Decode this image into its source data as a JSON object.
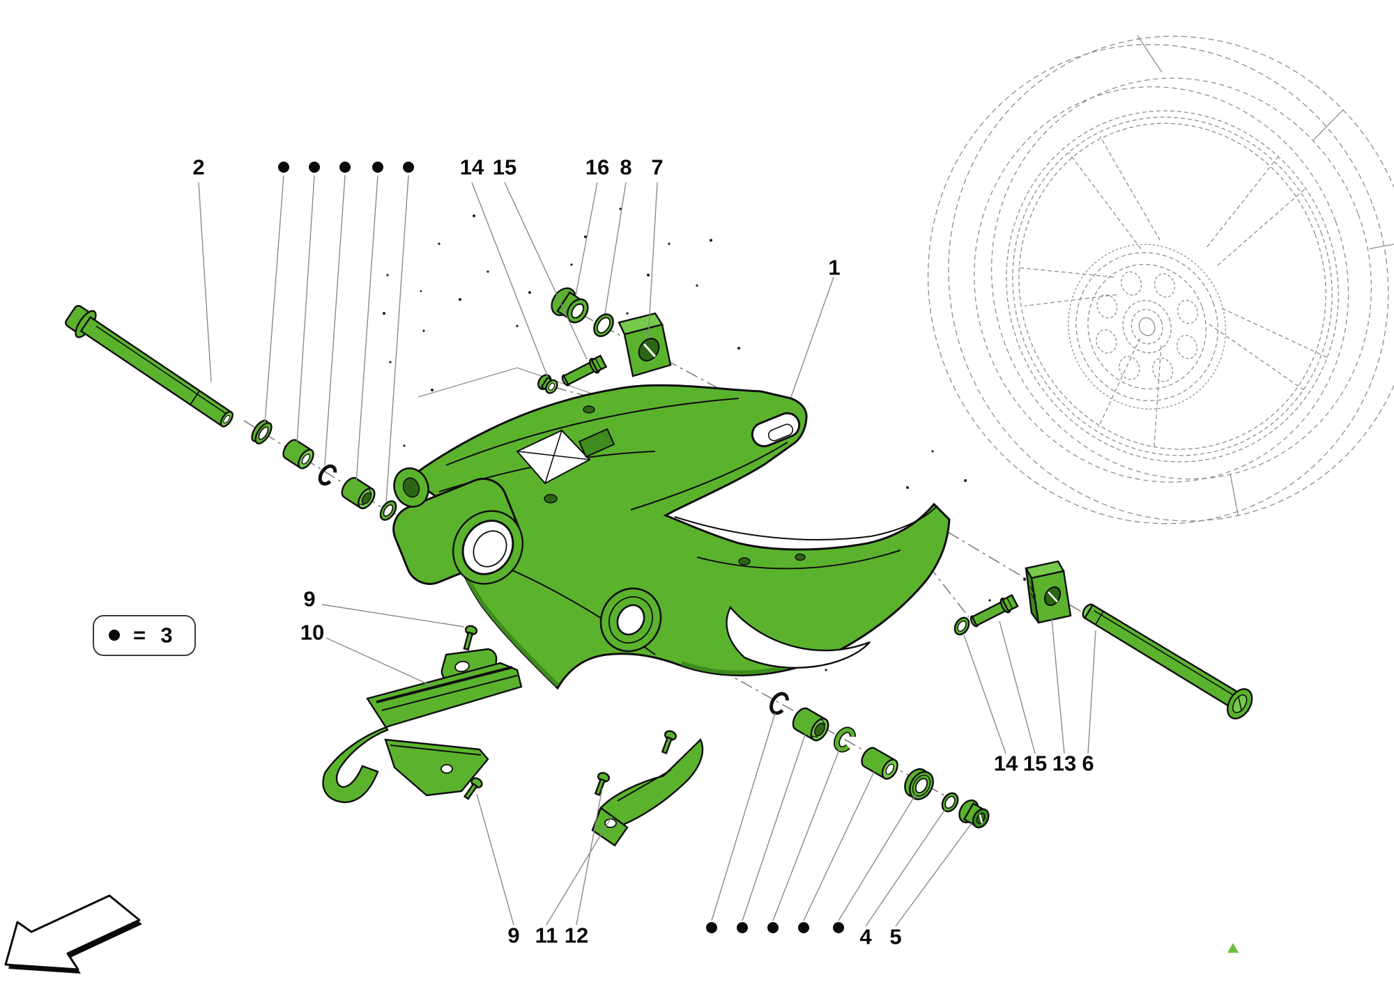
{
  "diagram": {
    "type": "exploded-parts-diagram",
    "subject": "motorcycle-swingarm-and-rear-wheel",
    "colors": {
      "part_green": "#5bb32d",
      "part_green_dark": "#3e8c1e",
      "part_green_light": "#77ca4c",
      "sketch_gray": "#8d8d8d",
      "label_black": "#0a0a0a"
    },
    "icons": {
      "direction_arrow": "direction-arrow",
      "nav_triangle": "green-triangle-marker"
    }
  },
  "legend": {
    "dot_symbol": "●",
    "equals_sign": "=",
    "quantity": "3"
  },
  "callouts": {
    "c2": "2",
    "c14a": "14",
    "c15a": "15",
    "c16": "16",
    "c8": "8",
    "c7": "7",
    "c1": "1",
    "c9a": "9",
    "c10": "10",
    "c9b": "9",
    "c11": "11",
    "c12": "12",
    "c4": "4",
    "c5": "5",
    "c14b": "14",
    "c15b": "15",
    "c13": "13",
    "c6": "6"
  },
  "quantity_dots": {
    "top_row": 5,
    "bottom_row": 5
  }
}
